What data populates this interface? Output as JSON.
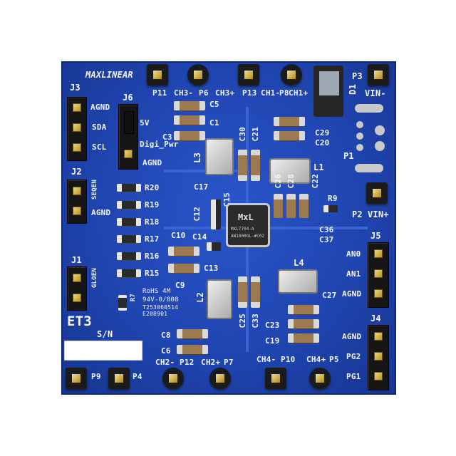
{
  "brand": {
    "logo_text": "MAXLINEAR"
  },
  "headers": {
    "J3": {
      "label": "J3",
      "pins": [
        "AGND",
        "SDA",
        "SCL"
      ]
    },
    "J6": {
      "label": "J6",
      "pins": [
        "5V",
        "Digi_Pwr",
        "AGND"
      ]
    },
    "J2": {
      "label": "J2",
      "vertical": "SEQEN",
      "pins": [
        "AGND"
      ]
    },
    "J1": {
      "label": "J1",
      "vertical": "GLOEN"
    },
    "J5": {
      "label": "J5",
      "pins": [
        "AN0",
        "AN1",
        "AGND"
      ]
    },
    "J4": {
      "label": "J4",
      "pins": [
        "AGND",
        "PG2",
        "PG1"
      ]
    }
  },
  "test_points_top": [
    "P11",
    "CH3-",
    "P6",
    "CH3+",
    "P13",
    "CH1-",
    "P8",
    "CH1+"
  ],
  "test_points_bottom": [
    "P9",
    "P4",
    "CH2-",
    "P12",
    "CH2+",
    "P7",
    "CH4-",
    "P10",
    "CH4+",
    "P5"
  ],
  "power": {
    "p3": "P3",
    "vin_neg": "VIN-",
    "p2": "P2",
    "vin_pos": "VIN+",
    "d1": "D1",
    "p1": "P1"
  },
  "resistors": [
    "R20",
    "R19",
    "R18",
    "R17",
    "R16",
    "R15",
    "R9",
    "R7"
  ],
  "capacitors": [
    "C5",
    "C1",
    "C3",
    "C30",
    "C21",
    "C29",
    "C20",
    "C17",
    "C15",
    "C12",
    "C14",
    "C10",
    "C13",
    "C9",
    "C26",
    "C28",
    "C22",
    "C36",
    "C37",
    "C27",
    "C25",
    "C33",
    "C23",
    "C19",
    "C8",
    "C6"
  ],
  "inductors": [
    "L3",
    "L1",
    "L2",
    "L4"
  ],
  "chip": {
    "line1": "MxL",
    "line2": "MXL7704-A",
    "line3": "AW1800GL-#C02"
  },
  "markings": {
    "cert_line1": "RoHS  4M",
    "cert_line2": "94V-0/808",
    "cert_line3": "T253060514",
    "cert_line4": "E208901",
    "et": "ET3",
    "sn": "S/N"
  }
}
